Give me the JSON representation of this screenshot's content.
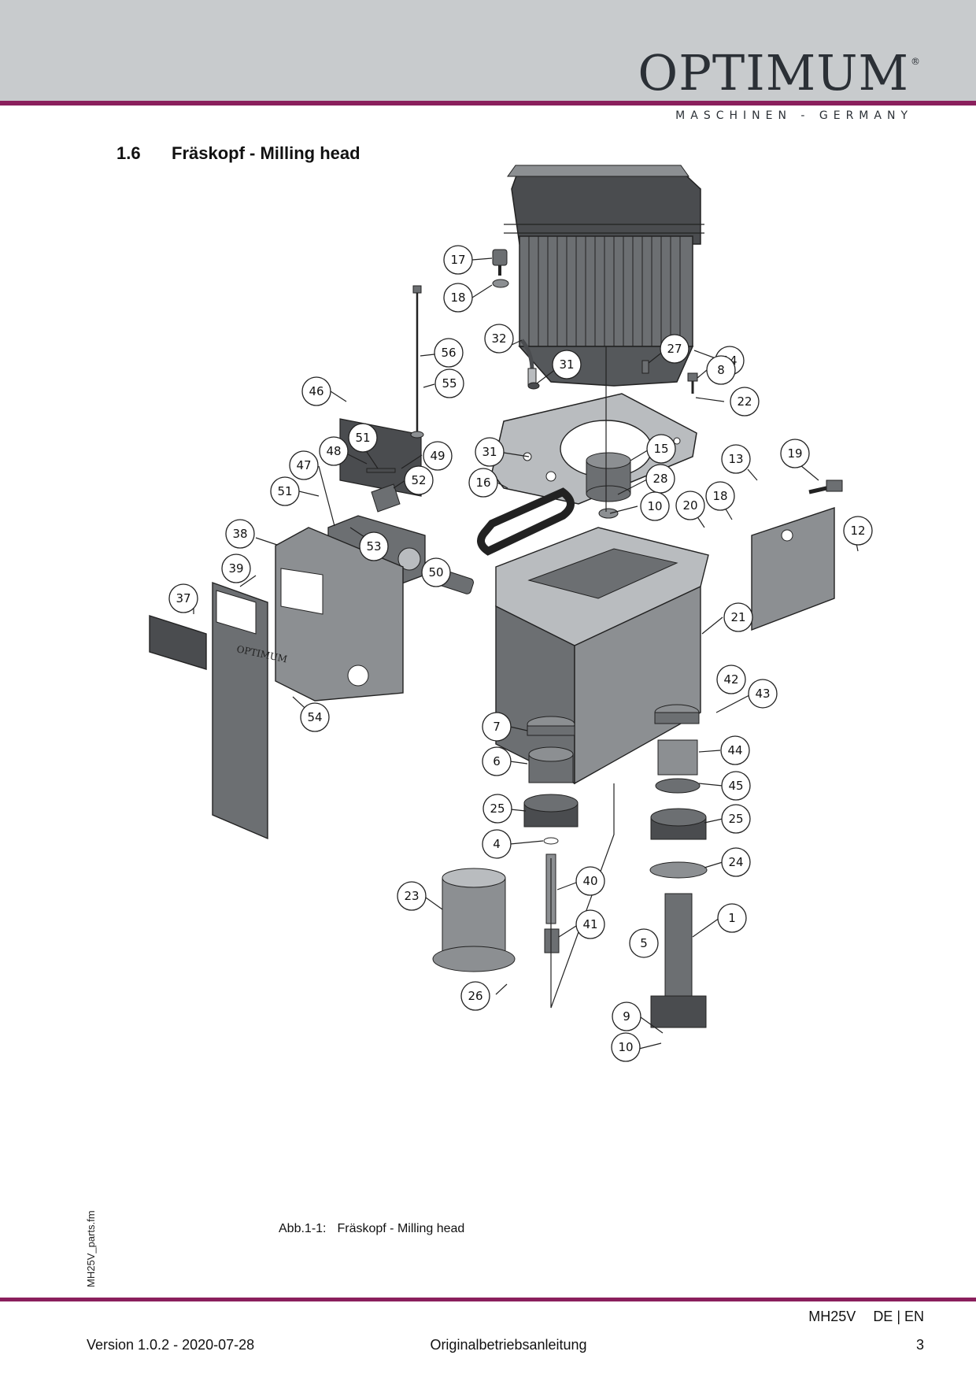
{
  "header": {
    "logo_text": "OPTIMUM",
    "logo_mark": "®",
    "logo_subtitle": "MASCHINEN - GERMANY"
  },
  "section": {
    "number": "1.6",
    "title": "Fräskopf - Milling head"
  },
  "side_label": "MH25V_parts.fm",
  "figure": {
    "label": "Abb.1-1:",
    "caption": "Fräskopf - Milling head"
  },
  "diagram": {
    "callouts": [
      {
        "id": "17",
        "label": "17"
      },
      {
        "id": "18a",
        "label": "18"
      },
      {
        "id": "14",
        "label": "14"
      },
      {
        "id": "32",
        "label": "32"
      },
      {
        "id": "27",
        "label": "27"
      },
      {
        "id": "56",
        "label": "56"
      },
      {
        "id": "31a",
        "label": "31"
      },
      {
        "id": "8",
        "label": "8"
      },
      {
        "id": "55",
        "label": "55"
      },
      {
        "id": "46",
        "label": "46"
      },
      {
        "id": "22",
        "label": "22"
      },
      {
        "id": "51a",
        "label": "51"
      },
      {
        "id": "48",
        "label": "48"
      },
      {
        "id": "49",
        "label": "49"
      },
      {
        "id": "31b",
        "label": "31"
      },
      {
        "id": "15",
        "label": "15"
      },
      {
        "id": "19",
        "label": "19"
      },
      {
        "id": "47",
        "label": "47"
      },
      {
        "id": "13",
        "label": "13"
      },
      {
        "id": "52",
        "label": "52"
      },
      {
        "id": "16",
        "label": "16"
      },
      {
        "id": "28",
        "label": "28"
      },
      {
        "id": "51b",
        "label": "51"
      },
      {
        "id": "18b",
        "label": "18"
      },
      {
        "id": "10a",
        "label": "10"
      },
      {
        "id": "20",
        "label": "20"
      },
      {
        "id": "12",
        "label": "12"
      },
      {
        "id": "38",
        "label": "38"
      },
      {
        "id": "53",
        "label": "53"
      },
      {
        "id": "39",
        "label": "39"
      },
      {
        "id": "50",
        "label": "50"
      },
      {
        "id": "37",
        "label": "37"
      },
      {
        "id": "21",
        "label": "21"
      },
      {
        "id": "42",
        "label": "42"
      },
      {
        "id": "43",
        "label": "43"
      },
      {
        "id": "54",
        "label": "54"
      },
      {
        "id": "7",
        "label": "7"
      },
      {
        "id": "44",
        "label": "44"
      },
      {
        "id": "6",
        "label": "6"
      },
      {
        "id": "45",
        "label": "45"
      },
      {
        "id": "25a",
        "label": "25"
      },
      {
        "id": "25b",
        "label": "25"
      },
      {
        "id": "4",
        "label": "4"
      },
      {
        "id": "24",
        "label": "24"
      },
      {
        "id": "40",
        "label": "40"
      },
      {
        "id": "23",
        "label": "23"
      },
      {
        "id": "1",
        "label": "1"
      },
      {
        "id": "41",
        "label": "41"
      },
      {
        "id": "5",
        "label": "5"
      },
      {
        "id": "26",
        "label": "26"
      },
      {
        "id": "9",
        "label": "9"
      },
      {
        "id": "10b",
        "label": "10"
      }
    ],
    "panel_logo": "OPTIMUM"
  },
  "footer": {
    "model": "MH25V",
    "languages": "DE | EN",
    "version": "Version 1.0.2 - 2020-07-28",
    "document": "Originalbetriebsanleitung",
    "page": "3"
  },
  "colors": {
    "accent_rule": "#8a1f5c",
    "header_band": "#c8cbcd",
    "part_dark": "#4a4c4f",
    "part_mid": "#8c8f92",
    "part_light": "#b9bcbf"
  }
}
